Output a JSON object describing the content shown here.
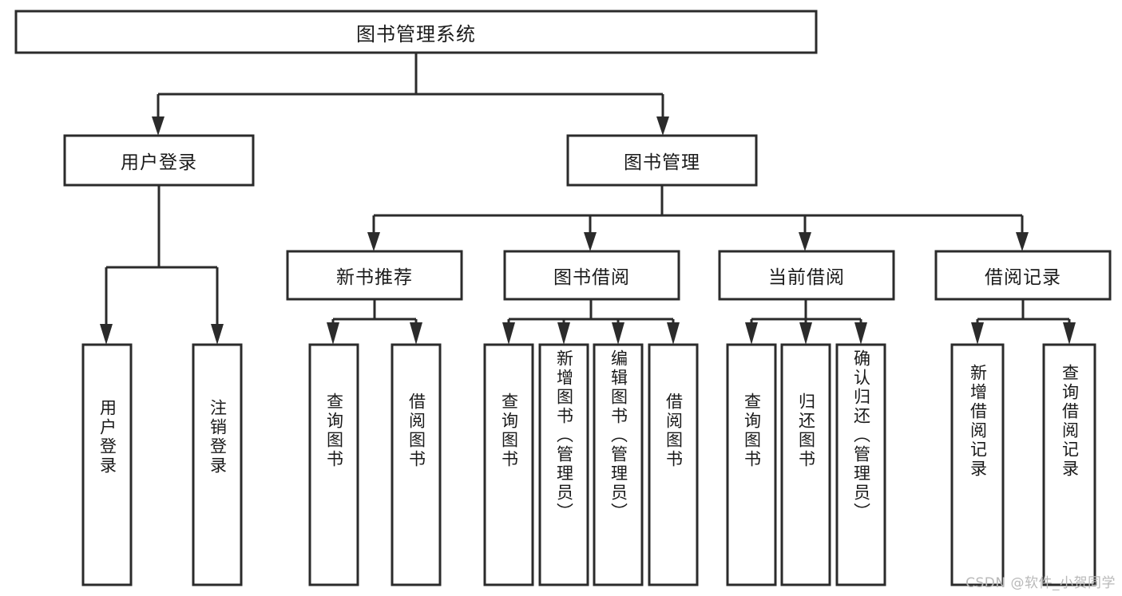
{
  "diagram": {
    "type": "tree",
    "title": "图书管理系统",
    "watermark": "CSDN @软件_小贺同学",
    "colors": {
      "stroke": "#2b2b2b",
      "fill": "#ffffff",
      "text": "#1a1a1a",
      "watermark": "#b9b9b9"
    },
    "root": {
      "label": "图书管理系统"
    },
    "level2": [
      {
        "label": "用户登录"
      },
      {
        "label": "图书管理"
      }
    ],
    "level3": [
      {
        "label": "新书推荐"
      },
      {
        "label": "图书借阅"
      },
      {
        "label": "当前借阅"
      },
      {
        "label": "借阅记录"
      }
    ],
    "leaves": {
      "user_login": [
        {
          "label": "用户登录"
        },
        {
          "label": "注销登录"
        }
      ],
      "new_book": [
        {
          "label": "查询图书"
        },
        {
          "label": "借阅图书"
        }
      ],
      "book_borrow": [
        {
          "label": "查询图书"
        },
        {
          "label": "新增图书（管理员）"
        },
        {
          "label": "编辑图书（管理员）"
        },
        {
          "label": "借阅图书"
        }
      ],
      "current_borrow": [
        {
          "label": "查询图书"
        },
        {
          "label": "归还图书"
        },
        {
          "label": "确认归还（管理员）"
        }
      ],
      "borrow_record": [
        {
          "label": "新增借阅记录"
        },
        {
          "label": "查询借阅记录"
        }
      ]
    }
  }
}
